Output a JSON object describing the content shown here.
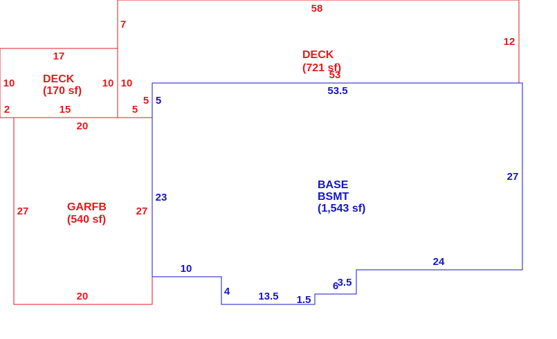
{
  "colors": {
    "outline_red": "#e31a1c",
    "outline_blue": "#1414c8",
    "background": "#ffffff"
  },
  "deck_upper": {
    "name": "DECK",
    "area": "(721 sf)",
    "dims": [
      "58",
      "7",
      "12",
      "10",
      "5",
      "5",
      "53"
    ]
  },
  "deck_left": {
    "name": "DECK",
    "area": "(170 sf)",
    "dims": [
      "17",
      "10",
      "10",
      "2",
      "15"
    ]
  },
  "garage": {
    "name": "GARFB",
    "area": "(540 sf)",
    "dims": [
      "20",
      "27",
      "27",
      "20"
    ]
  },
  "base": {
    "name": "BASE",
    "sub": "BSMT",
    "area": "(1,543 sf)",
    "dims": [
      "53.5",
      "5",
      "27",
      "23",
      "10",
      "4",
      "13.5",
      "1.5",
      "6",
      "3.5",
      "24"
    ]
  }
}
